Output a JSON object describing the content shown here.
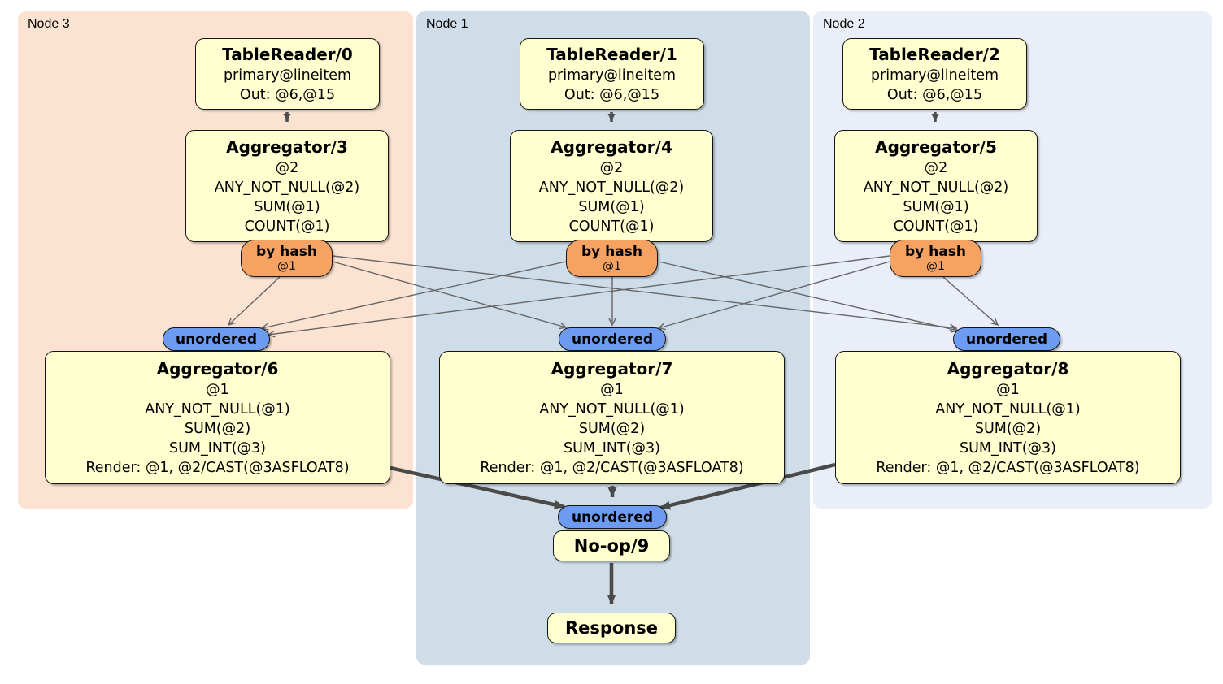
{
  "regions": [
    {
      "label": "Node 3"
    },
    {
      "label": "Node 1"
    },
    {
      "label": "Node 2"
    }
  ],
  "labels": {
    "by_hash": "by hash",
    "hash_stream": "@1",
    "unordered": "unordered"
  },
  "nodes": {
    "tr0": {
      "title": "TableReader/0",
      "lines": [
        "primary@lineitem",
        "Out: @6,@15"
      ]
    },
    "tr1": {
      "title": "TableReader/1",
      "lines": [
        "primary@lineitem",
        "Out: @6,@15"
      ]
    },
    "tr2": {
      "title": "TableReader/2",
      "lines": [
        "primary@lineitem",
        "Out: @6,@15"
      ]
    },
    "agg3": {
      "title": "Aggregator/3",
      "lines": [
        "@2",
        "ANY_NOT_NULL(@2)",
        "SUM(@1)",
        "COUNT(@1)"
      ]
    },
    "agg4": {
      "title": "Aggregator/4",
      "lines": [
        "@2",
        "ANY_NOT_NULL(@2)",
        "SUM(@1)",
        "COUNT(@1)"
      ]
    },
    "agg5": {
      "title": "Aggregator/5",
      "lines": [
        "@2",
        "ANY_NOT_NULL(@2)",
        "SUM(@1)",
        "COUNT(@1)"
      ]
    },
    "agg6": {
      "title": "Aggregator/6",
      "lines": [
        "@1",
        "ANY_NOT_NULL(@1)",
        "SUM(@2)",
        "SUM_INT(@3)",
        "Render: @1, @2/CAST(@3ASFLOAT8)"
      ]
    },
    "agg7": {
      "title": "Aggregator/7",
      "lines": [
        "@1",
        "ANY_NOT_NULL(@1)",
        "SUM(@2)",
        "SUM_INT(@3)",
        "Render: @1, @2/CAST(@3ASFLOAT8)"
      ]
    },
    "agg8": {
      "title": "Aggregator/8",
      "lines": [
        "@1",
        "ANY_NOT_NULL(@1)",
        "SUM(@2)",
        "SUM_INT(@3)",
        "Render: @1, @2/CAST(@3ASFLOAT8)"
      ]
    },
    "noop": {
      "title": "No-op/9"
    },
    "response": {
      "title": "Response"
    }
  },
  "edges": [
    [
      "TableReader/0",
      "Aggregator/3"
    ],
    [
      "TableReader/1",
      "Aggregator/4"
    ],
    [
      "TableReader/2",
      "Aggregator/5"
    ],
    [
      "Aggregator/3 by hash @1",
      "unordered Aggregator/6"
    ],
    [
      "Aggregator/3 by hash @1",
      "unordered Aggregator/7"
    ],
    [
      "Aggregator/3 by hash @1",
      "unordered Aggregator/8"
    ],
    [
      "Aggregator/4 by hash @1",
      "unordered Aggregator/6"
    ],
    [
      "Aggregator/4 by hash @1",
      "unordered Aggregator/7"
    ],
    [
      "Aggregator/4 by hash @1",
      "unordered Aggregator/8"
    ],
    [
      "Aggregator/5 by hash @1",
      "unordered Aggregator/6"
    ],
    [
      "Aggregator/5 by hash @1",
      "unordered Aggregator/7"
    ],
    [
      "Aggregator/5 by hash @1",
      "unordered Aggregator/8"
    ],
    [
      "Aggregator/6",
      "unordered No-op/9"
    ],
    [
      "Aggregator/7",
      "unordered No-op/9"
    ],
    [
      "Aggregator/8",
      "unordered No-op/9"
    ],
    [
      "No-op/9",
      "Response"
    ]
  ],
  "colors": {
    "region_node3_bg": "#fce2d1",
    "region_node1_bg": "#cfdde9",
    "region_node2_bg": "#e9eef8",
    "node_box_bg": "#ffffcf",
    "hash_router_bg": "#f5a263",
    "unordered_sync_bg": "#6d9bf1",
    "edge_thin": "#666666",
    "edge_medium": "#4f4f4f",
    "edge_thick": "#4a4a4a",
    "border": "#141414"
  }
}
